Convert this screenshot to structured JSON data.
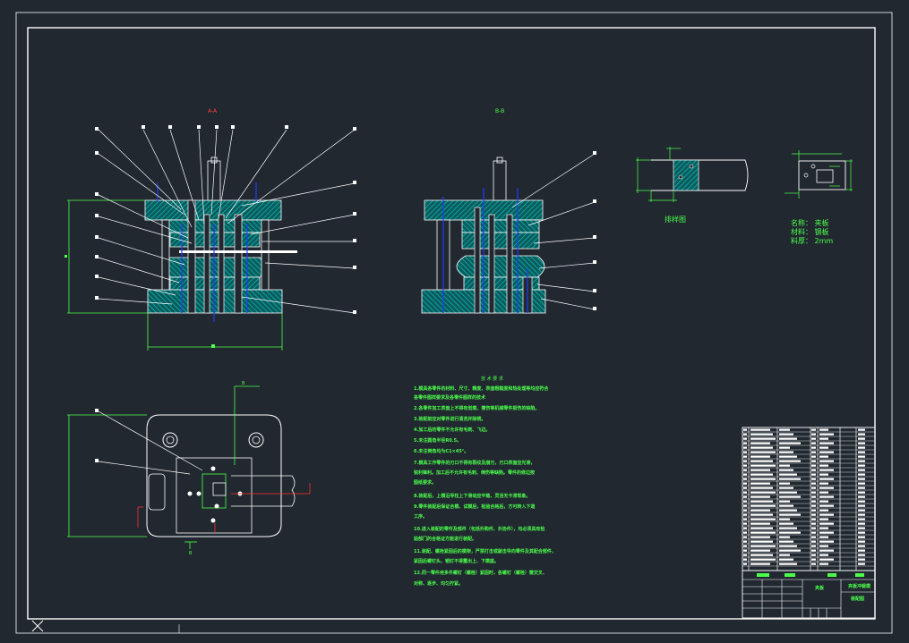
{
  "views": {
    "section_a": "A-A",
    "section_b": "B-B"
  },
  "markers": {
    "b_top": "B",
    "b_bottom": "B"
  },
  "strip_label": "排样图",
  "part_info": {
    "name": "名称：   夹板",
    "material": "材料：   钢板",
    "thickness": "料厚：   2mm"
  },
  "tech_requirements": {
    "title": "技 术 要 求",
    "lines": [
      "1.模具各零件的材料、尺寸、精度、表面粗糙度和热处理等均应符合",
      "   各零件图样要求及各零件图样的技术",
      "2.各零件加工表面上不得有划痕、擦伤等机械零件损伤的缺陷。",
      "3.装配前应对零件进行清洗并除锈。",
      "4.加工后的零件不允许有毛刺、飞边。",
      "5.未注圆角半径R0.5。",
      "6.未注倒角均为C1×45°。",
      "7.模具工作零件的刃口不得有裂纹及崩刃，刃口表面应光滑，",
      "   锐利锋利。加工后不允许有毛刺、倒伤等缺陷。零件的修边按",
      "   图纸要求。",
      "8.装配后，上模沿导柱上下滑动应平稳、灵活无卡滞现象。",
      "9.零件装配后保证合模、试模后，检验合格后，方可转入下道",
      "   工序。",
      "10.进入装配的零件及部件（包括外购件、外协件），均必须具有检",
      "   验部门的合格证方能进行装配。",
      "11.装配、螺栓紧固后的模架，严禁打击或敲击导向零件及其配合部件，",
      "   紧固后螺钉头、销钉不得露出上、下模座。",
      "12.同一零件用多件螺钉（螺栓）紧固时，各螺钉（螺栓）需交叉、",
      "   对称、逐步、均匀拧紧。"
    ]
  },
  "title_block": {
    "name_cell": "夹板",
    "drawing_title": "夹板冲裁模",
    "drawing_no": "装配图"
  },
  "colors": {
    "background": "#212830",
    "outline": "#ffffff",
    "hatch": "#00c4c4",
    "section_fill": "#0d5a5a",
    "hidden": "#1e3cff",
    "dimension": "#4cff4c",
    "center_line": "#ff3030"
  }
}
